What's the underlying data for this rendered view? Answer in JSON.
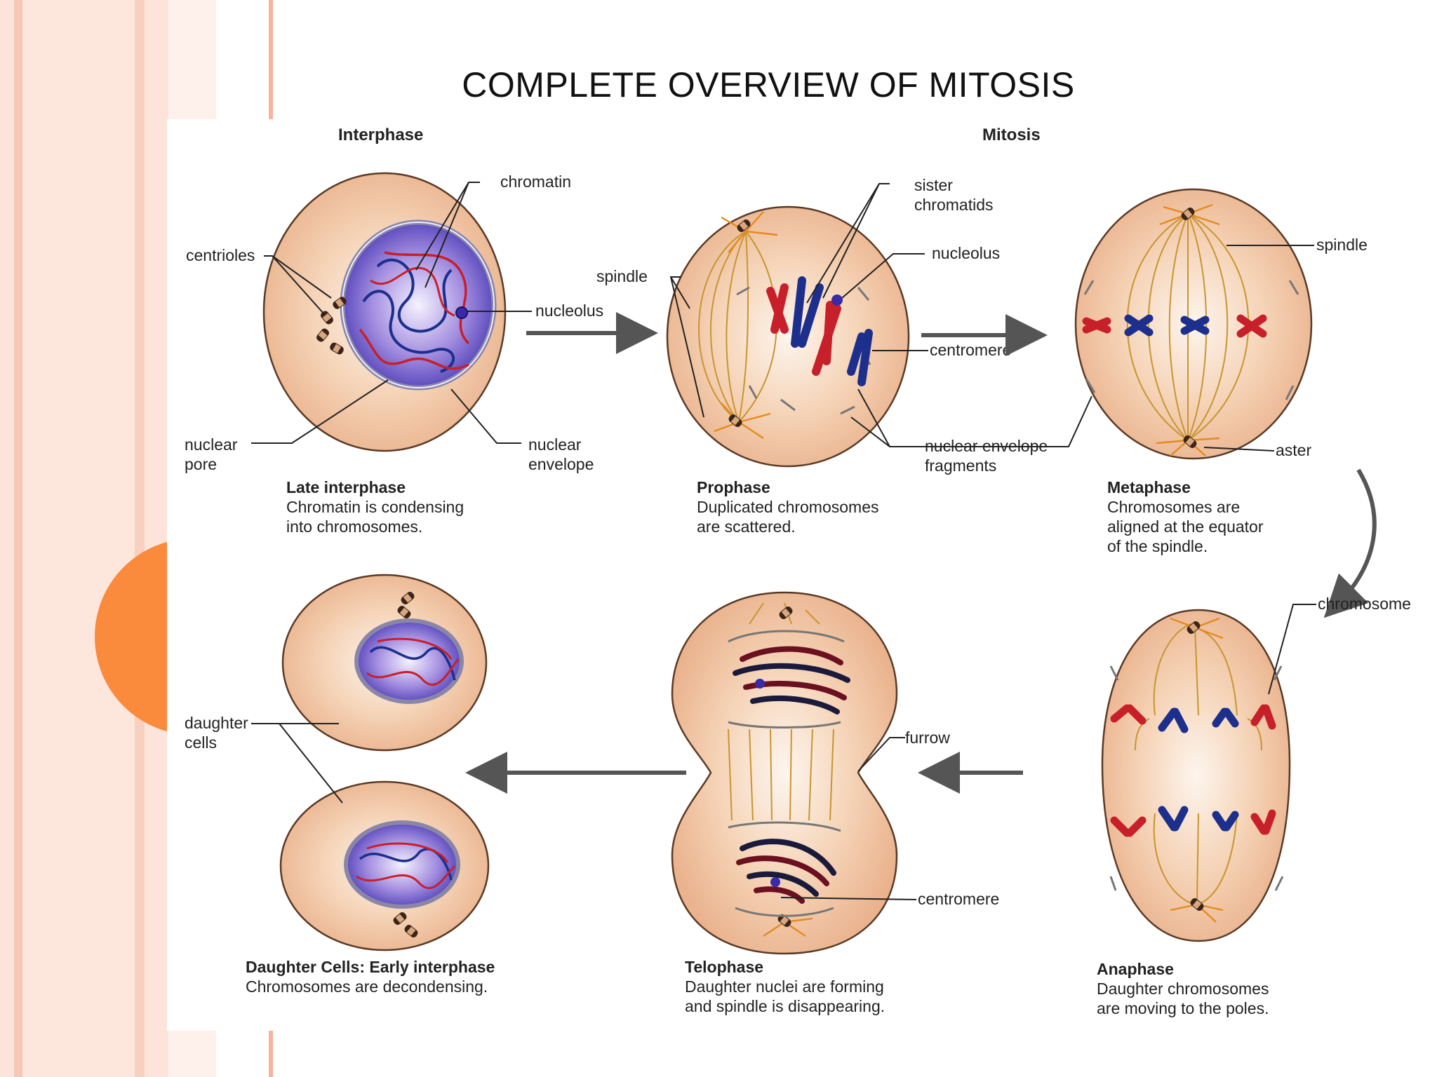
{
  "slide": {
    "title": "COMPLETE OVERVIEW OF MITOSIS"
  },
  "colors": {
    "stripe_light": "#fde4da",
    "stripe_mid": "#f8c8b6",
    "stripe_dark": "#f3a489",
    "accent_orange": "#fa8a3c",
    "cell_fill": "#f1c29f",
    "chromosome_red": "#c8202a",
    "chromosome_blue": "#1d2f8c"
  },
  "headers": {
    "interphase": "Interphase",
    "mitosis": "Mitosis"
  },
  "labels": {
    "chromatin": "chromatin",
    "centrioles": "centrioles",
    "nucleolus_1": "nucleolus",
    "nuclear_pore": [
      "nuclear",
      "pore"
    ],
    "nuclear_envelope": [
      "nuclear",
      "envelope"
    ],
    "spindle_1": "spindle",
    "sister_chromatids": [
      "sister",
      "chromatids"
    ],
    "nucleolus_2": "nucleolus",
    "centromere_1": "centromere",
    "nuclear_envelope_fragments": [
      "nuclear envelope",
      "fragments"
    ],
    "spindle_2": "spindle",
    "aster": "aster",
    "chromosome": "chromosome",
    "furrow": "furrow",
    "centromere_2": "centromere",
    "daughter_cells": [
      "daughter",
      "cells"
    ]
  },
  "captions": {
    "late_interphase": {
      "title": "Late interphase",
      "lines": [
        "Chromatin is condensing",
        "into chromosomes."
      ]
    },
    "prophase": {
      "title": "Prophase",
      "lines": [
        "Duplicated chromosomes",
        "are scattered."
      ]
    },
    "metaphase": {
      "title": "Metaphase",
      "lines": [
        "Chromosomes are",
        "aligned at the equator",
        "of the spindle."
      ]
    },
    "anaphase": {
      "title": "Anaphase",
      "lines": [
        "Daughter chromosomes",
        "are moving to the poles."
      ]
    },
    "telophase": {
      "title": "Telophase",
      "lines": [
        "Daughter nuclei are forming",
        "and spindle is disappearing."
      ]
    },
    "daughter_cells": {
      "title": "Daughter Cells: Early interphase",
      "lines": [
        "Chromosomes are decondensing."
      ]
    }
  }
}
